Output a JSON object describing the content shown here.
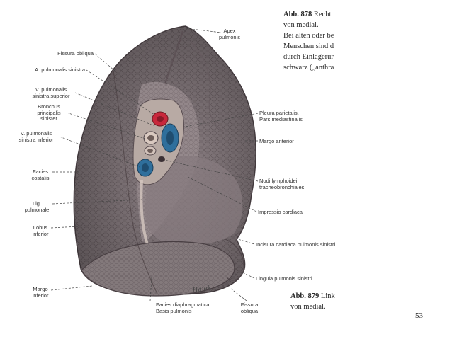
{
  "caption_top": {
    "abb": "Abb. 878",
    "lines": [
      "Recht",
      "von medial.",
      "Bei alten oder be",
      "Menschen sind d",
      "durch Einlagerur",
      "schwarz („anthra"
    ]
  },
  "caption_bottom": {
    "abb": "Abb. 879",
    "lines": [
      "Link",
      "von medial."
    ]
  },
  "page_number": "53",
  "signature": "Hajek",
  "labels": {
    "apex": "Apex\npulmonis",
    "fissura_obliqua": "Fissura obliqua",
    "a_pulmonalis": "A. pulmonalis sinistra",
    "v_pulm_sup": "V. pulmonalis\nsinistra superior",
    "bronchus": "Bronchus\nprincipalis\nsinister",
    "v_pulm_inf": "V. pulmonalis\nsinistra inferior",
    "facies_costalis": "Facies\ncostalis",
    "lig_pulmonale": "Lig.\npulmonale",
    "lobus_inferior": "Lobus\ninferior",
    "margo_inferior": "Margo\ninferior",
    "pleura": "Pleura parietalis,\nPars mediastinalis",
    "margo_anterior": "Margo anterior",
    "nodi": "Nodi lymphoidei\ntracheobronchiales",
    "impressio": "Impressio cardiaca",
    "incisura": "Incisura cardiaca pulmonis sinistri",
    "lingula": "Lingula pulmonis sinistri",
    "facies_diaph": "Facies diaphragmatica;\nBasis pulmonis",
    "fissura_obliqua_bottom": "Fissura\nobliqua"
  },
  "colors": {
    "lung": "#8e8286",
    "lung_dark": "#5d5256",
    "artery": "#c8283c",
    "vein": "#2f6f9c",
    "bronchus": "#d9c9c0",
    "background": "#ffffff"
  }
}
